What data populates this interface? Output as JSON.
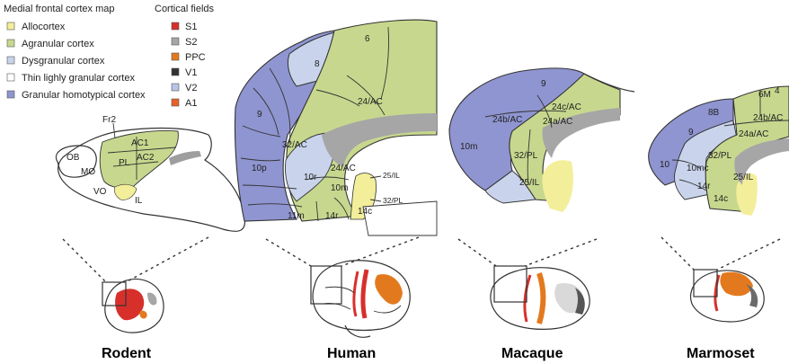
{
  "legend": {
    "cortex_title": "Medial frontal cortex map",
    "fields_title": "Cortical fields",
    "cortex_items": [
      {
        "label": "Allocortex",
        "color": "#f3ee9a"
      },
      {
        "label": "Agranular cortex",
        "color": "#c7d88e"
      },
      {
        "label": "Dysgranular cortex",
        "color": "#c9d4ec"
      },
      {
        "label": "Thin lighly granular cortex",
        "color": "#ffffff"
      },
      {
        "label": "Granular homotypical cortex",
        "color": "#8f95d0"
      }
    ],
    "field_items": [
      {
        "label": "S1",
        "color": "#d7302b"
      },
      {
        "label": "S2",
        "color": "#a6a6a6"
      },
      {
        "label": "PPC",
        "color": "#e3791e"
      },
      {
        "label": "V1",
        "color": "#333333"
      },
      {
        "label": "V2",
        "color": "#b9c3e6"
      },
      {
        "label": "A1",
        "color": "#e7632a"
      }
    ]
  },
  "rodent": {
    "name": "Rodent",
    "labels": {
      "fr2": "Fr2",
      "ob": "OB",
      "ac1": "AC1",
      "ac2": "AC2",
      "pl": "PL",
      "mo": "MO",
      "vo": "VO",
      "il": "IL"
    }
  },
  "human": {
    "name": "Human",
    "labels": {
      "a6": "6",
      "a8": "8",
      "a9": "9",
      "a24ac_top": "24/AC",
      "a32ac": "32/AC",
      "a10p": "10p",
      "a10r": "10r",
      "a10m": "10m",
      "a24ac_low": "24/AC",
      "a25il": "25/IL",
      "a32pl": "32/PL",
      "a11m": "11m",
      "a14r": "14r",
      "a14c": "14c"
    }
  },
  "macaque": {
    "name": "Macaque",
    "labels": {
      "a9": "9",
      "a24bac": "24b/AC",
      "a24cac": "24c/AC",
      "a24aac": "24a/AC",
      "a10m": "10m",
      "a32pl": "32/PL",
      "a25il": "25/IL"
    }
  },
  "marmoset": {
    "name": "Marmoset",
    "labels": {
      "a6m": "6M",
      "a4": "4",
      "a8b": "8B",
      "a24bac": "24b/AC",
      "a24aac": "24a/AC",
      "a9": "9",
      "a32pl": "32/PL",
      "a10": "10",
      "a10mc": "10mc",
      "a25il": "25/IL",
      "a14r": "14r",
      "a14c": "14c"
    }
  }
}
